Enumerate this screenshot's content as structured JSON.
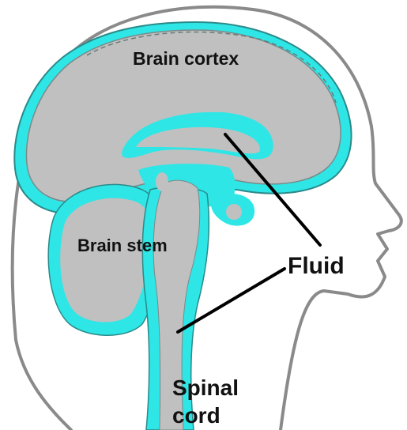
{
  "labels": {
    "cortex": "Brain cortex",
    "stem": "Brain stem",
    "fluid": "Fluid",
    "spinal_line1": "Spinal",
    "spinal_line2": "cord"
  },
  "colors": {
    "fluid": "#2ee6e6",
    "tissue": "#c0c0c0",
    "outline": "#8a8a8a",
    "text": "#111111",
    "pointer": "#000000"
  }
}
